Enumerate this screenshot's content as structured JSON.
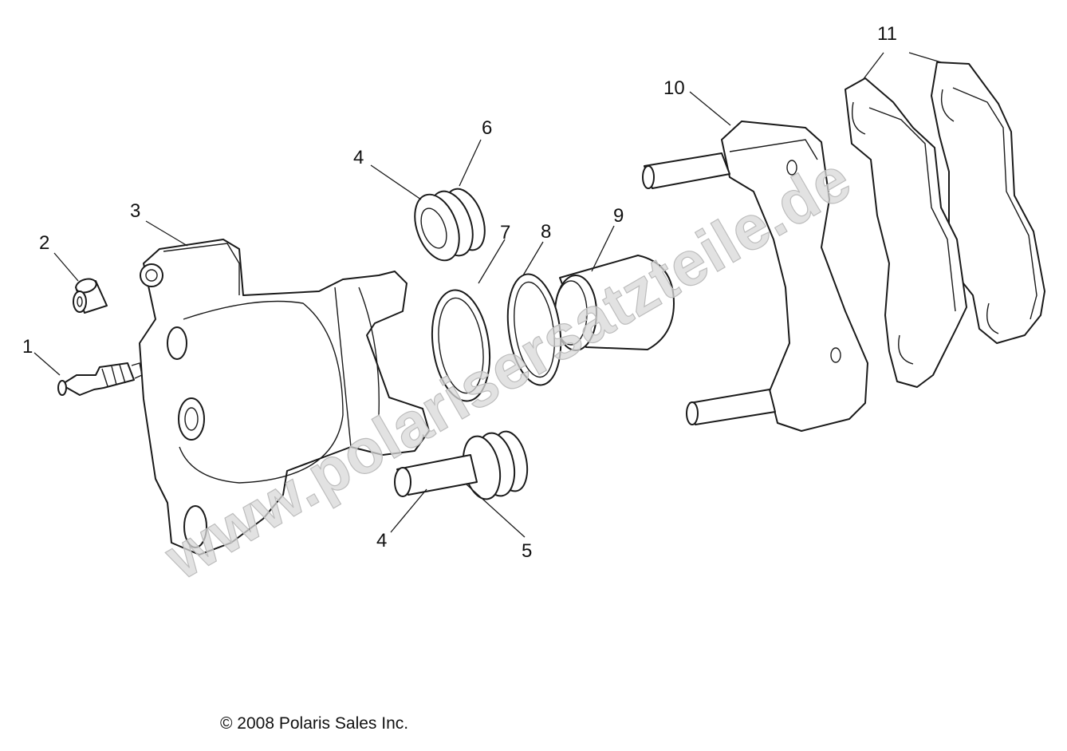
{
  "diagram": {
    "callouts": [
      "1",
      "2",
      "3",
      "4",
      "4",
      "5",
      "6",
      "7",
      "8",
      "9",
      "10",
      "11"
    ],
    "watermark": "www.polarisersatzteile.de",
    "copyright": "© 2008 Polaris Sales Inc."
  }
}
